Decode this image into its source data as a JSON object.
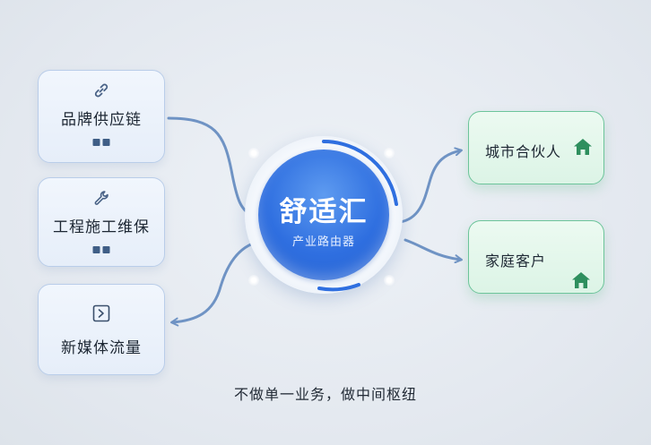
{
  "hub": {
    "title": "舒适汇",
    "subtitle": "产业路由器"
  },
  "left_nodes": [
    {
      "label": "品牌供应链",
      "icon": "link-icon"
    },
    {
      "label": "工程施工维保",
      "icon": "wrench-icon"
    },
    {
      "label": "新媒体流量",
      "icon": "play-icon"
    }
  ],
  "right_nodes": [
    {
      "label": "城市合伙人",
      "icon": "house-icon"
    },
    {
      "label": "家庭客户",
      "icon": "house-icon"
    }
  ],
  "footer": "不做单一业务，做中间枢纽",
  "colors": {
    "hub_blue": "#2f6fe0",
    "connector": "#6f93c4",
    "left_border": "#b9cde9",
    "right_border": "#6cc49a",
    "house_green": "#2e8f5e"
  }
}
